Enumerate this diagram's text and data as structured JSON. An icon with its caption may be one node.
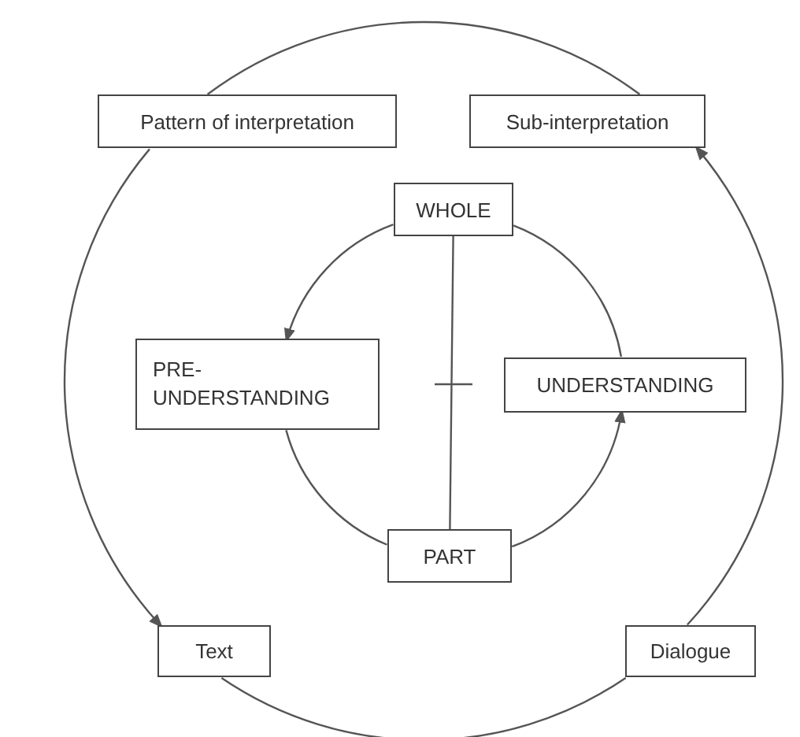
{
  "diagram": {
    "nodes": [
      {
        "text": [
          "Pattern of interpretation"
        ]
      },
      {
        "text": [
          "Sub-interpretation"
        ]
      },
      {
        "text": [
          "WHOLE"
        ]
      },
      {
        "text": [
          "PRE- UNDERSTANDING"
        ]
      },
      {
        "text": [
          "UNDERSTANDING"
        ]
      },
      {
        "text": [
          "PART"
        ]
      },
      {
        "text": [
          "Text"
        ]
      },
      {
        "text": [
          "Dialogue"
        ]
      }
    ],
    "edges": [
      {
        "from": 0,
        "to": 6,
        "arrow": "to"
      },
      {
        "from": 6,
        "to": 7,
        "arrow": "none"
      },
      {
        "from": 7,
        "to": 1,
        "arrow": "to"
      },
      {
        "from": 1,
        "to": 0,
        "arrow": "none"
      },
      {
        "from": 2,
        "to": 3,
        "arrow": "to"
      },
      {
        "from": 3,
        "to": 5,
        "arrow": "none"
      },
      {
        "from": 5,
        "to": 4,
        "arrow": "to"
      },
      {
        "from": 4,
        "to": 2,
        "arrow": "none"
      },
      {
        "from": 2,
        "to": 5,
        "arrow": "none"
      }
    ]
  }
}
